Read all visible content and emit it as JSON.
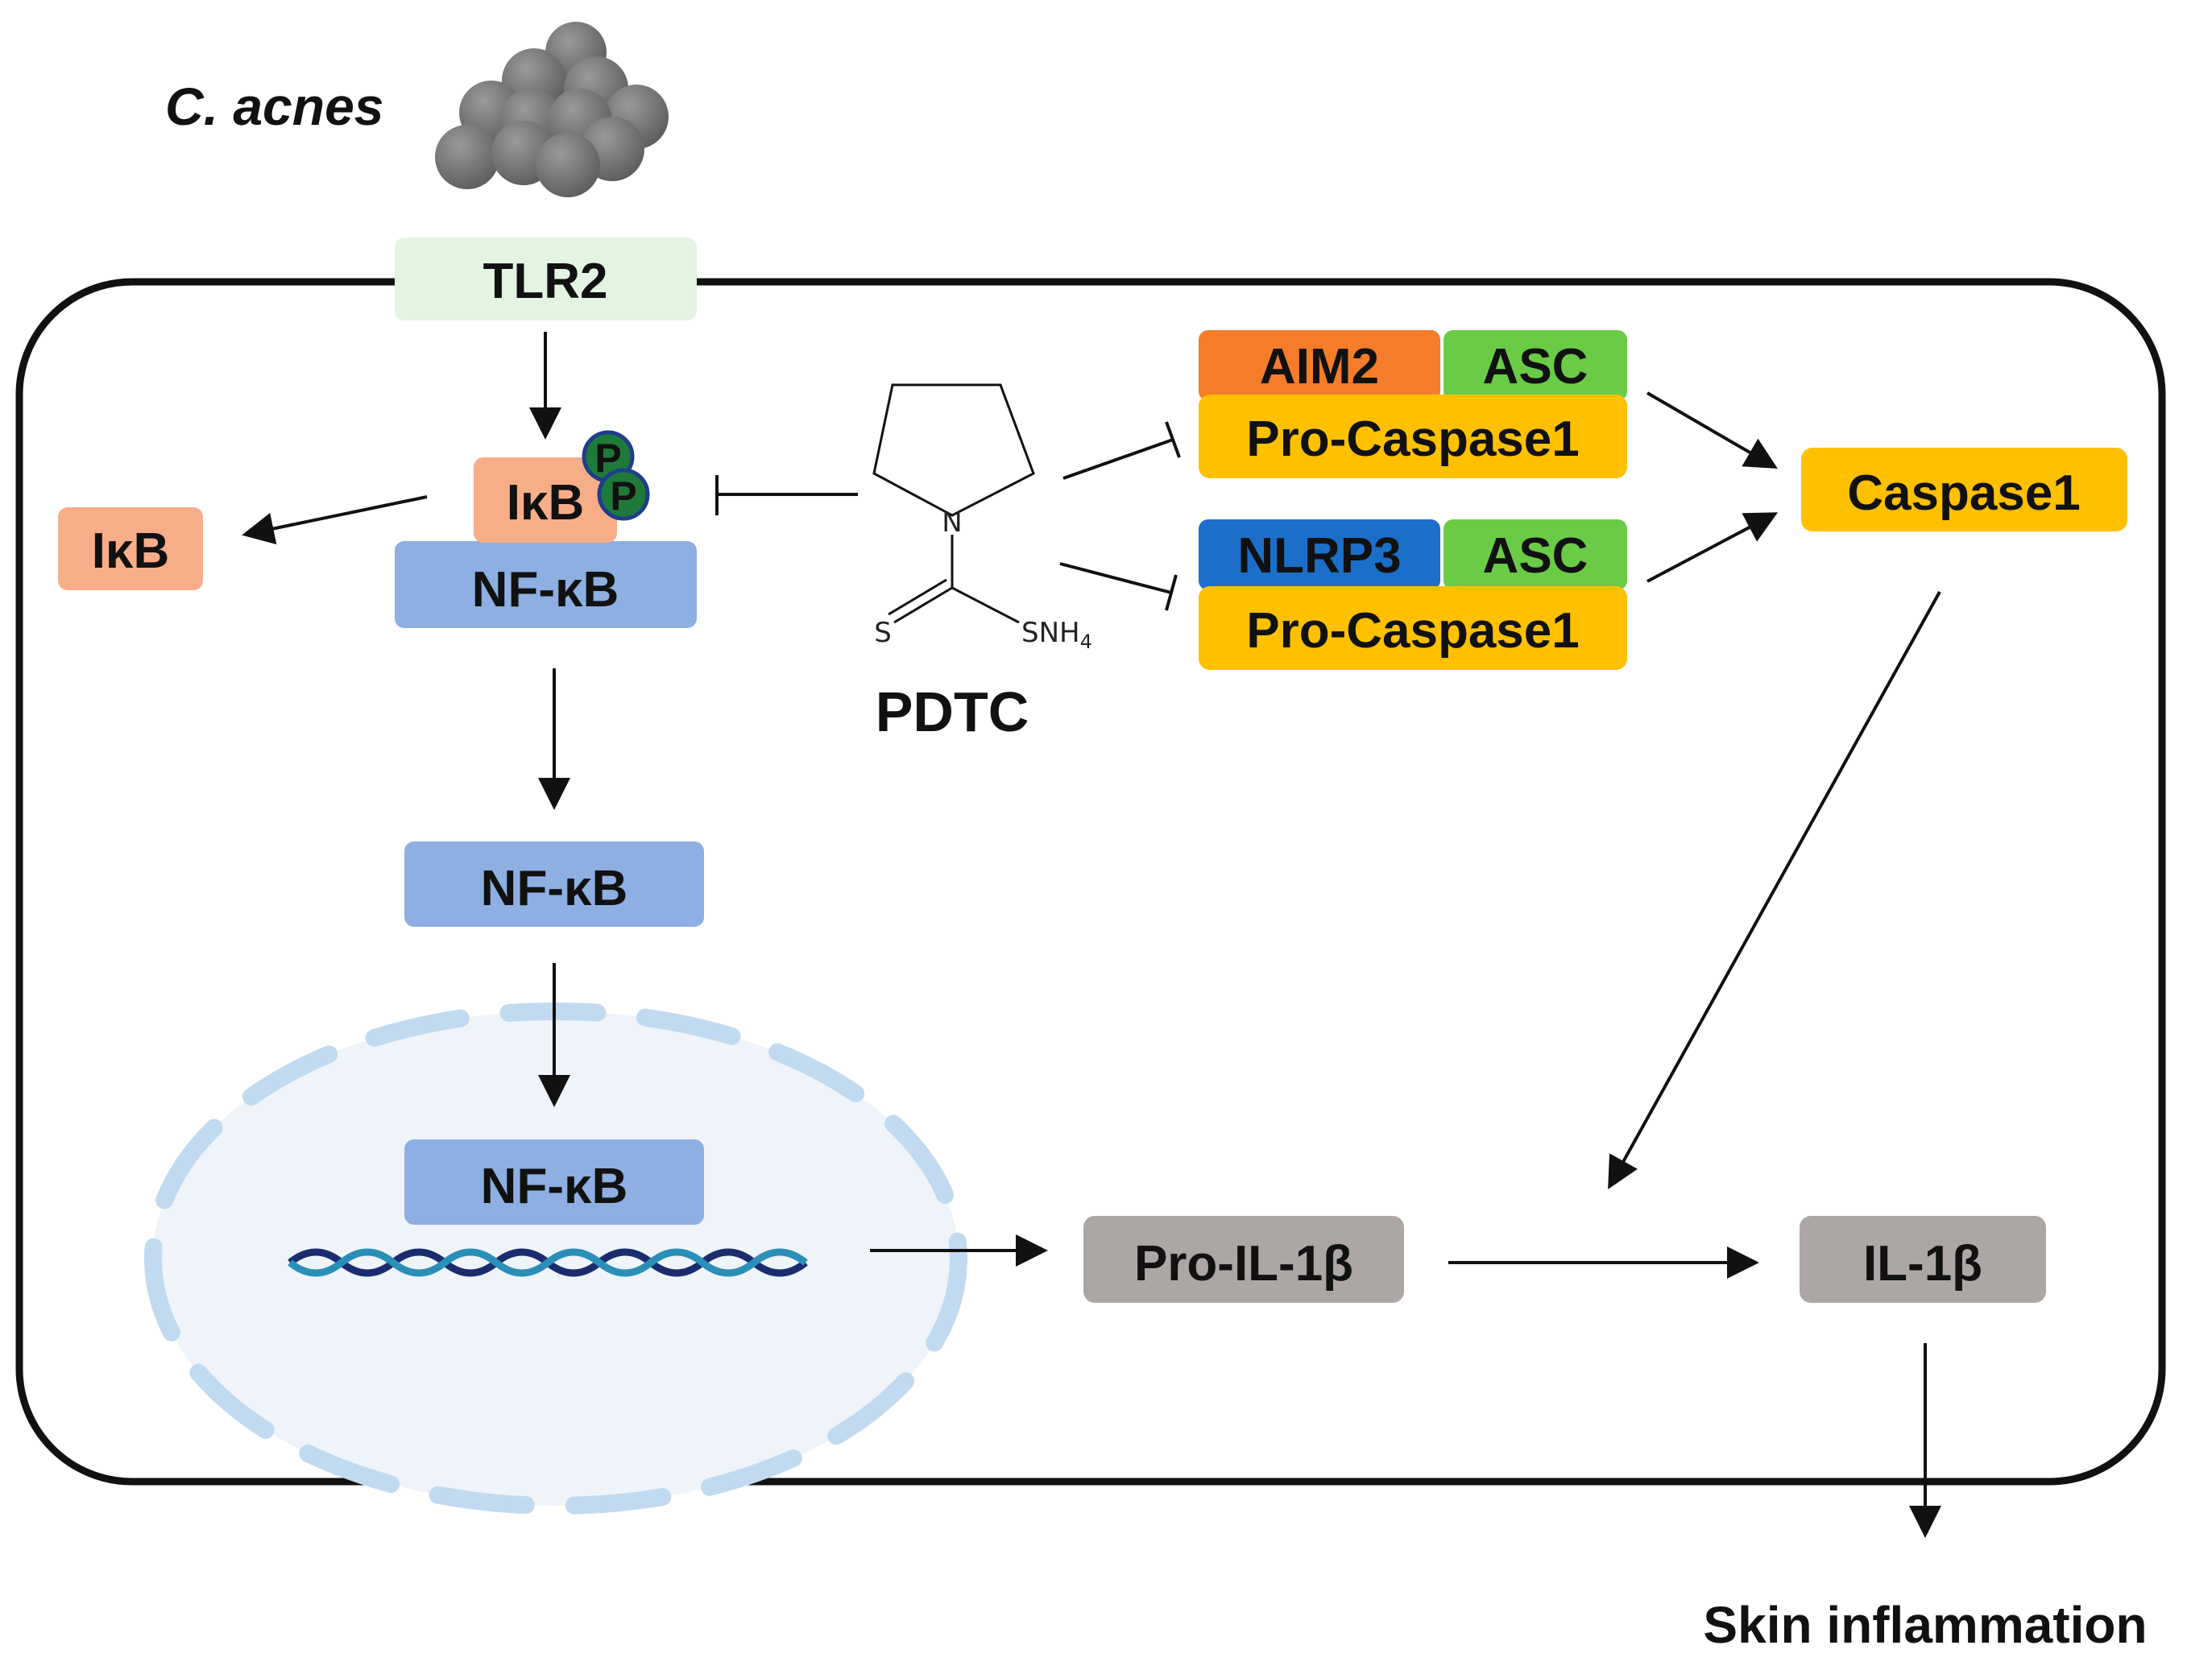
{
  "bacteria": {
    "label": "C. acnes"
  },
  "receptor": {
    "label": "TLR2"
  },
  "ikb_complex": {
    "ikb_label": "IκB",
    "phospho_label": "P",
    "nfkb_label": "NF-κB"
  },
  "released_ikb": {
    "label": "IκB"
  },
  "nfkb_cytoplasm": {
    "label": "NF-κB"
  },
  "nfkb_nucleus": {
    "label": "NF-κB"
  },
  "drug": {
    "label": "PDTC",
    "atoms": {
      "nitrogen": "N",
      "sulfur": "S",
      "thiol_ammonium": "SNH",
      "subscript": "4"
    }
  },
  "aim2_inflammasome": {
    "sensor": "AIM2",
    "adaptor": "ASC",
    "effector": "Pro-Caspase1"
  },
  "nlrp3_inflammasome": {
    "sensor": "NLRP3",
    "adaptor": "ASC",
    "effector": "Pro-Caspase1"
  },
  "caspase": {
    "label": "Caspase1"
  },
  "pro_il1b": {
    "label": "Pro-IL-1β"
  },
  "il1b": {
    "label": "IL-1β"
  },
  "outcome": {
    "label": "Skin inflammation"
  },
  "colors": {
    "tlr2": "#e3f4e2",
    "ikb": "#f8ad89",
    "nfkb": "#8dafe2",
    "phospho": "#1f7a3a",
    "aim2": "#f47c2a",
    "asc": "#6acc46",
    "nlrp3": "#1c6fc8",
    "caspase": "#ffc000",
    "il1b": "#aca6a4",
    "nucleus": "#eef4fa",
    "nucleus_border": "#bcd6ea",
    "bacteria": "#7a7a7a"
  }
}
